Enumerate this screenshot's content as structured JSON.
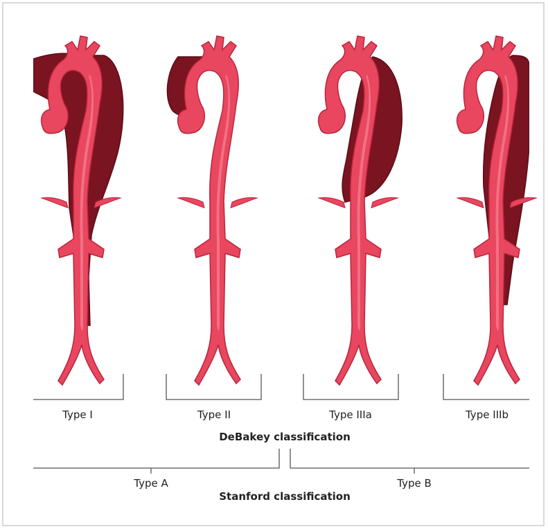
{
  "panels": [
    {
      "id": "type-i",
      "label": "Type I",
      "dissection": "ascending-and-descending"
    },
    {
      "id": "type-ii",
      "label": "Type II",
      "dissection": "ascending-only"
    },
    {
      "id": "type-iiia",
      "label": "Type IIIa",
      "dissection": "descending-thoracic"
    },
    {
      "id": "type-iiib",
      "label": "Type IIIb",
      "dissection": "descending-to-abdominal"
    }
  ],
  "debakey": {
    "title": "DeBakey classification"
  },
  "stanford": {
    "title": "Stanford classification",
    "type_a": "Type A",
    "type_b": "Type B"
  },
  "colors": {
    "aorta_fill": "#e8475f",
    "aorta_highlight": "#f47b8c",
    "aorta_outline": "#b8243c",
    "false_lumen": "#7a1420",
    "false_lumen_edge": "#5a0d16",
    "bracket": "#555555"
  }
}
